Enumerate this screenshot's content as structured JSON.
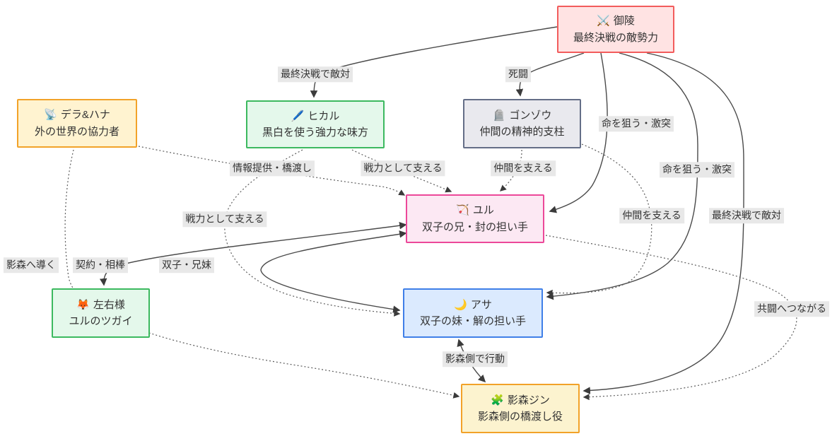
{
  "diagram": {
    "type": "character-relationship-graph",
    "nodes": [
      {
        "id": "goryo",
        "icon": "crossed-swords-icon",
        "emoji": "⚔️",
        "name": "御陵",
        "role": "最終決戦の敵勢力",
        "color": "red"
      },
      {
        "id": "dera-hana",
        "icon": "satellite-antenna-icon",
        "emoji": "📡",
        "name": "デラ&ハナ",
        "role": "外の世界の協力者",
        "color": "orange"
      },
      {
        "id": "hikaru",
        "icon": "pen-icon",
        "emoji": "🖊️",
        "name": "ヒカル",
        "role": "黒白を使う強力な味方",
        "color": "green"
      },
      {
        "id": "gonzou",
        "icon": "headstone-icon",
        "emoji": "🪦",
        "name": "ゴンゾウ",
        "role": "仲間の精神的支柱",
        "color": "gray"
      },
      {
        "id": "yuru",
        "icon": "bow-and-arrow-icon",
        "emoji": "🏹",
        "name": "ユル",
        "role": "双子の兄・封の担い手",
        "color": "pink"
      },
      {
        "id": "sayu",
        "icon": "fox-icon",
        "emoji": "🦊",
        "name": "左右様",
        "role": "ユルのツガイ",
        "color": "green"
      },
      {
        "id": "asa",
        "icon": "crescent-moon-icon",
        "emoji": "🌙",
        "name": "アサ",
        "role": "双子の妹・解の担い手",
        "color": "blue"
      },
      {
        "id": "kagemori-jin",
        "icon": "puzzle-piece-icon",
        "emoji": "🧩",
        "name": "影森ジン",
        "role": "影森側の橋渡し役",
        "color": "yellow"
      }
    ],
    "edges": [
      {
        "id": "e1",
        "from": "goryo",
        "to": "hikaru",
        "label": "最終決戦で敵対",
        "line": "solid",
        "arrows": "forward"
      },
      {
        "id": "e2",
        "from": "goryo",
        "to": "gonzou",
        "label": "死闘",
        "line": "solid",
        "arrows": "forward"
      },
      {
        "id": "e3",
        "from": "goryo",
        "to": "yuru",
        "label": "命を狙う・激突",
        "line": "solid",
        "arrows": "forward"
      },
      {
        "id": "e4",
        "from": "goryo",
        "to": "asa",
        "label": "命を狙う・激突",
        "line": "solid",
        "arrows": "forward"
      },
      {
        "id": "e5",
        "from": "goryo",
        "to": "kagemori-jin",
        "label": "最終決戦で敵対",
        "line": "solid",
        "arrows": "forward"
      },
      {
        "id": "e6",
        "from": "yuru",
        "to": "sayu",
        "label": "契約・相棒",
        "line": "solid",
        "arrows": "both"
      },
      {
        "id": "e7",
        "from": "yuru",
        "to": "asa",
        "label": "双子・兄妹",
        "line": "solid",
        "arrows": "both"
      },
      {
        "id": "e8",
        "from": "asa",
        "to": "kagemori-jin",
        "label": "影森側で行動",
        "line": "solid",
        "arrows": "both"
      },
      {
        "id": "e9",
        "from": "dera-hana",
        "to": "yuru",
        "label": "情報提供・橋渡し",
        "line": "dotted",
        "arrows": "forward"
      },
      {
        "id": "e10",
        "from": "dera-hana",
        "to": "kagemori-jin",
        "label": "影森へ導く",
        "line": "dotted",
        "arrows": "forward"
      },
      {
        "id": "e11",
        "from": "hikaru",
        "to": "yuru",
        "label": "戦力として支える",
        "line": "dotted",
        "arrows": "forward"
      },
      {
        "id": "e12",
        "from": "hikaru",
        "to": "asa",
        "label": "戦力として支える",
        "line": "dotted",
        "arrows": "forward"
      },
      {
        "id": "e13",
        "from": "gonzou",
        "to": "yuru",
        "label": "仲間を支える",
        "line": "dotted",
        "arrows": "forward"
      },
      {
        "id": "e14",
        "from": "gonzou",
        "to": "asa",
        "label": "仲間を支える",
        "line": "dotted",
        "arrows": "forward"
      },
      {
        "id": "e15",
        "from": "yuru",
        "to": "kagemori-jin",
        "label": "共闘へつながる",
        "line": "dotted",
        "arrows": "forward"
      }
    ],
    "palette": {
      "red": {
        "fill": "#ffe3e3",
        "border": "#f25c5c"
      },
      "orange": {
        "fill": "#fff3d0",
        "border": "#f2a229"
      },
      "green": {
        "fill": "#e4f8eb",
        "border": "#3cb95f"
      },
      "gray": {
        "fill": "#e9e9ee",
        "border": "#646e87"
      },
      "pink": {
        "fill": "#fce8f3",
        "border": "#ec4899"
      },
      "blue": {
        "fill": "#dbeafe",
        "border": "#3f7fe8"
      },
      "yellow": {
        "fill": "#fcf3cf",
        "border": "#f2a229"
      }
    },
    "edge_label_bg": "#e8e8e8",
    "edge_stroke": "#4a4a4a"
  }
}
